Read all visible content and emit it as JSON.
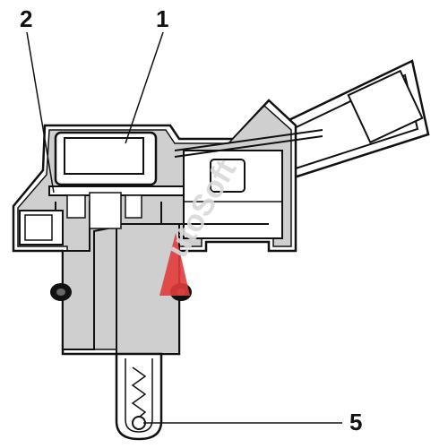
{
  "colors": {
    "body": "#cfcfcf",
    "outline": "#111111",
    "background": "#ffffff",
    "watermark_text": "#d9d9d9",
    "watermark_accent": "#e23b3b"
  },
  "callouts": [
    {
      "id": "c1",
      "label": "1"
    },
    {
      "id": "c2",
      "label": "2"
    },
    {
      "id": "c5",
      "label": "5"
    }
  ],
  "watermark": {
    "text": "utoSoft"
  }
}
